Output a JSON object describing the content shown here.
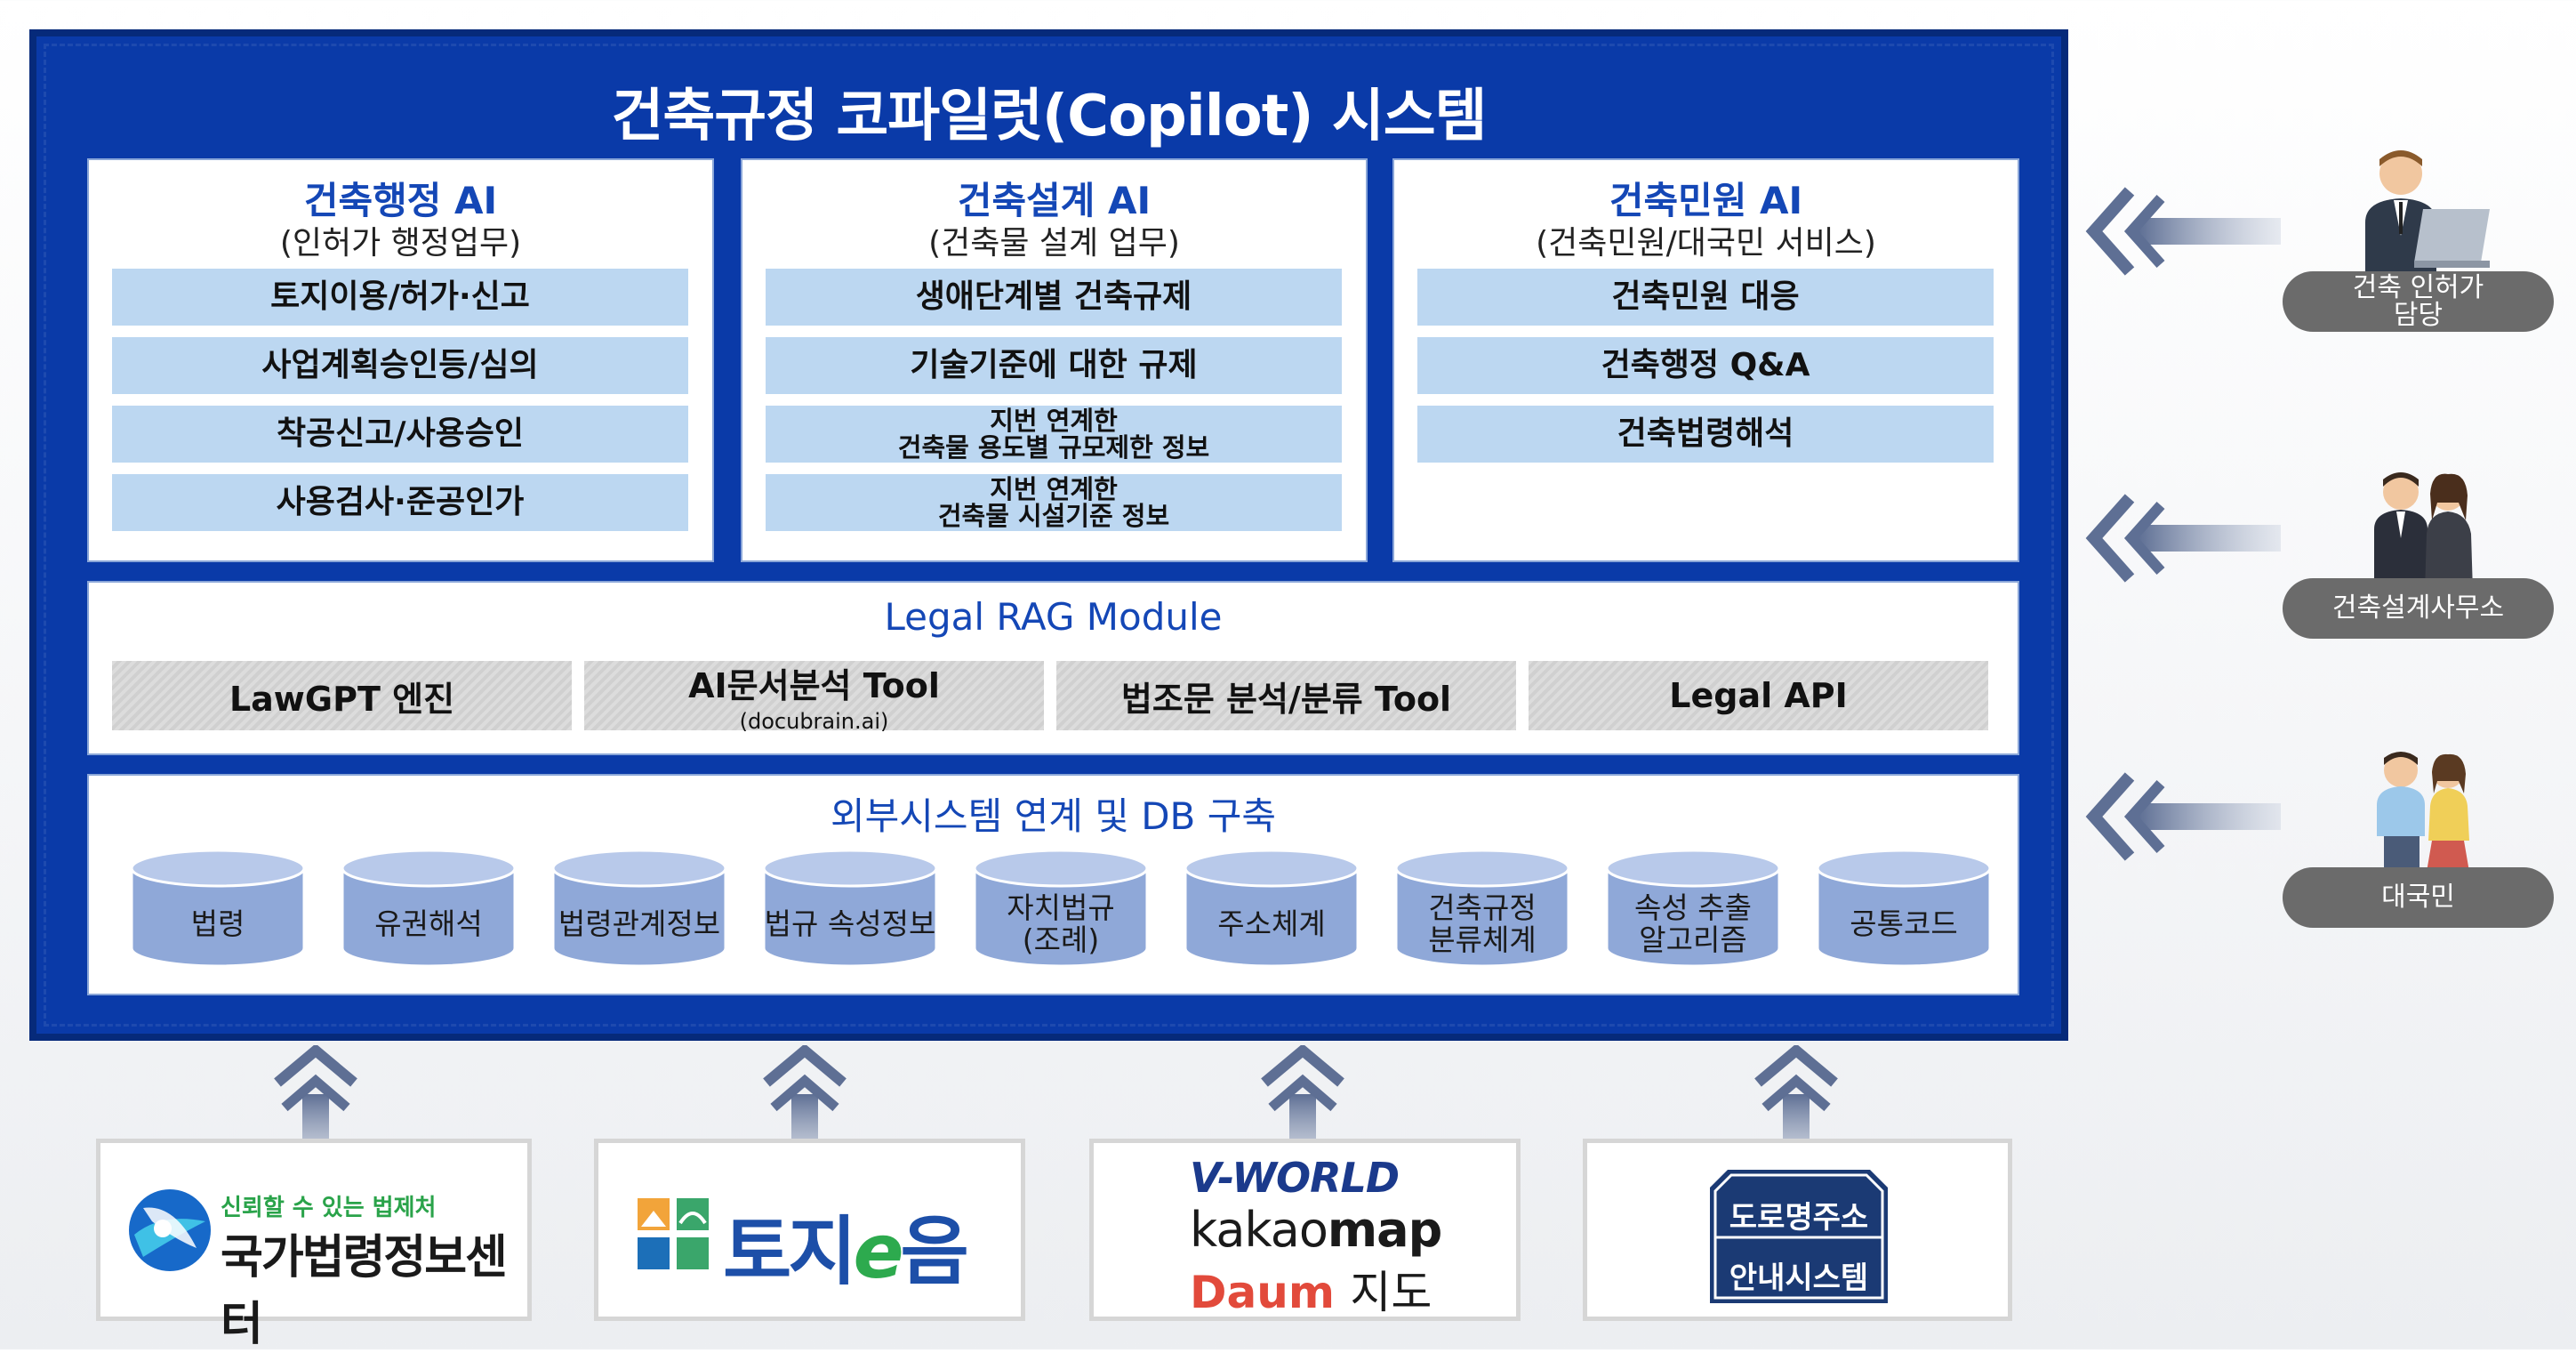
{
  "title": "건축규정 코파일럿(Copilot) 시스템",
  "colors": {
    "frame": "#0a3aa8",
    "title_text": "#ffffff",
    "panel_title": "#1447b6",
    "item_fill": "#bcd7f1",
    "db_fill": "#8fa8d8",
    "arrow": "#7b8db0"
  },
  "panels": [
    {
      "title": "건축행정 AI",
      "subtitle": "(인허가 행정업무)",
      "items": [
        [
          "토지이용/허가·신고"
        ],
        [
          "사업계획승인등/심의"
        ],
        [
          "착공신고/사용승인"
        ],
        [
          "사용검사·준공인가"
        ]
      ]
    },
    {
      "title": "건축설계 AI",
      "subtitle": "(건축물 설계 업무)",
      "items": [
        [
          "생애단계별 건축규제"
        ],
        [
          "기술기준에 대한 규제"
        ],
        [
          "지번 연계한",
          "건축물 용도별 규모제한 정보"
        ],
        [
          "지번 연계한",
          "건축물 시설기준 정보"
        ]
      ]
    },
    {
      "title": "건축민원 AI",
      "subtitle": "(건축민원/대국민 서비스)",
      "items": [
        [
          "건축민원 대응"
        ],
        [
          "건축행정 Q&A"
        ],
        [
          "건축법령해석"
        ]
      ]
    }
  ],
  "rag": {
    "title": "Legal RAG Module",
    "tools": [
      {
        "label": "LawGPT 엔진",
        "sub": ""
      },
      {
        "label": "AI문서분석 Tool",
        "sub": "(docubrain.ai)"
      },
      {
        "label": "법조문 분석/분류 Tool",
        "sub": ""
      },
      {
        "label": "Legal API",
        "sub": ""
      }
    ]
  },
  "db": {
    "title": "외부시스템 연계 및 DB 구축",
    "items": [
      [
        "법령"
      ],
      [
        "유권해석"
      ],
      [
        "법령관계정보"
      ],
      [
        "법규 속성정보"
      ],
      [
        "자치법규",
        "(조례)"
      ],
      [
        "주소체계"
      ],
      [
        "건축규정",
        "분류체계"
      ],
      [
        "속성 추출",
        "알고리즘"
      ],
      [
        "공통코드"
      ]
    ]
  },
  "users": [
    {
      "label_lines": [
        "건축 인허가",
        "담당"
      ],
      "icon": "businessman-laptop-icon"
    },
    {
      "label_lines": [
        "건축설계사무소"
      ],
      "icon": "two-professionals-icon"
    },
    {
      "label_lines": [
        "대국민"
      ],
      "icon": "citizens-icon"
    }
  ],
  "sources": {
    "law_center": {
      "tagline": "신뢰할 수 있는 법제처",
      "name": "국가법령정보센터"
    },
    "tojieum": {
      "name_a": "토지",
      "name_b": "e",
      "name_c": "음"
    },
    "maps": {
      "vworld": "V-WORLD",
      "kakao_a": "kakao",
      "kakao_b": "map",
      "daum": "Daum",
      "daum_suffix": "지도"
    },
    "road": {
      "line1": "도로명주소",
      "line2": "안내시스템"
    }
  }
}
